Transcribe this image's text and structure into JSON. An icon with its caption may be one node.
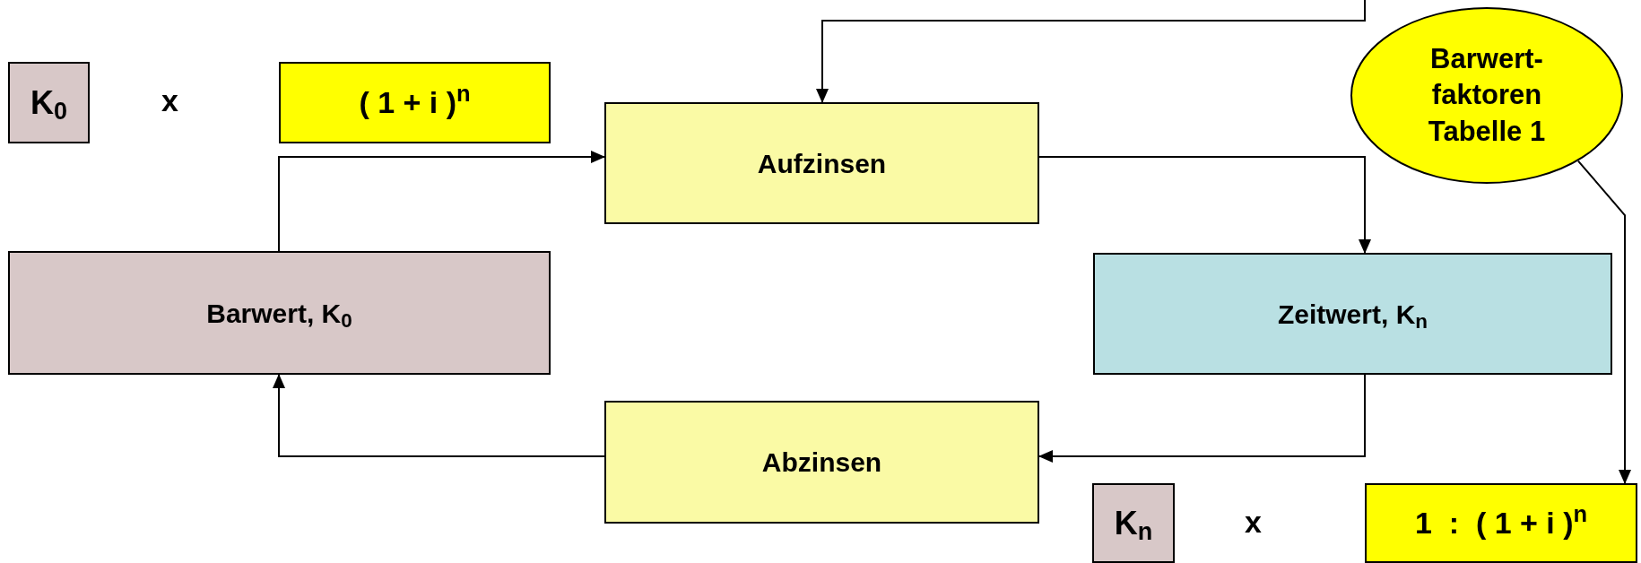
{
  "diagram": {
    "nodes": [
      {
        "text": [
          "K$_{0}$"
        ]
      },
      {
        "text": [
          "( 1 + i )$^{n}$"
        ]
      },
      {
        "text": [
          "Aufzinsen"
        ]
      },
      {
        "text": [
          "Barwert- faktoren Tabelle 1"
        ]
      },
      {
        "text": [
          "Barwert, K$_{0}$"
        ]
      },
      {
        "text": [
          "Zeitwert, K$_{n}$"
        ]
      },
      {
        "text": [
          "Abzinsen"
        ]
      },
      {
        "text": [
          "K$_{n}$"
        ]
      },
      {
        "text": [
          "1  :  ( 1 + i )$^{n}$"
        ]
      }
    ],
    "edges": [
      {
        "from": null,
        "to": 2,
        "arrow": "to"
      },
      {
        "from": 4,
        "to": 2,
        "arrow": "to"
      },
      {
        "from": 2,
        "to": 5,
        "arrow": "to"
      },
      {
        "from": 5,
        "to": 6,
        "arrow": "to"
      },
      {
        "from": 6,
        "to": 4,
        "arrow": "to"
      },
      {
        "from": 3,
        "to": 8,
        "arrow": "to"
      }
    ],
    "labels": [
      "x",
      "x"
    ]
  }
}
